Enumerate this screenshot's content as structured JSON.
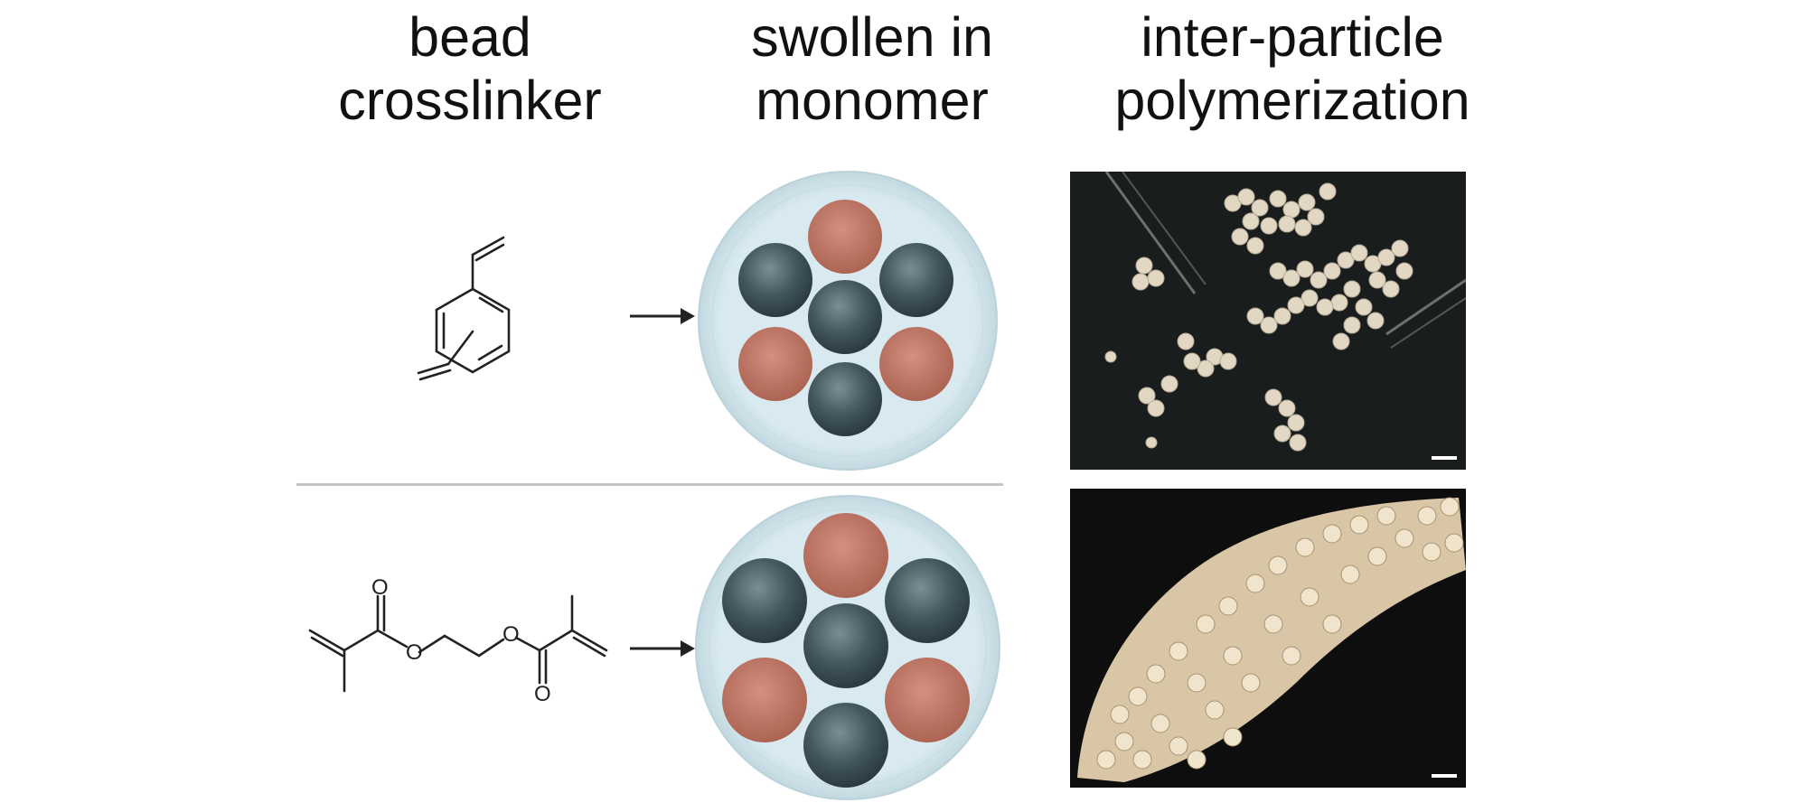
{
  "headers": {
    "col1": [
      "bead",
      "crosslinker"
    ],
    "col2": [
      "swollen in",
      "monomer"
    ],
    "col3": [
      "inter-particle",
      "polymerization"
    ]
  },
  "rows": [
    {
      "crosslinker_icon": "divinylbenzene-structure-icon",
      "photo": "loose-bead-aggregates-photo"
    },
    {
      "crosslinker_icon": "ethylene-glycol-dimethacrylate-structure-icon",
      "photo": "fused-bead-monolith-photo"
    }
  ],
  "colors": {
    "shell": "#cfe3ea",
    "dark_bead": "#3b4e55",
    "pink_bead": "#b8705f",
    "photo_bg": "#1a1d1d",
    "particle": "#ece0cc"
  }
}
